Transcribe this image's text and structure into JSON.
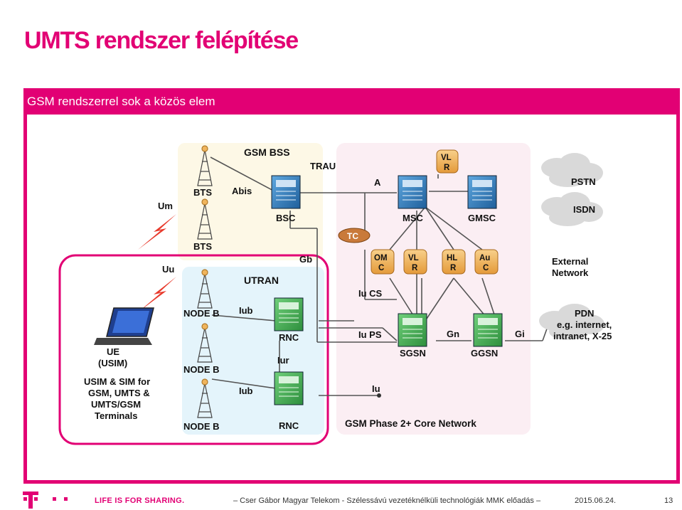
{
  "title": "UMTS rendszer felépítése",
  "panel_header": "GSM rendszerrel sok a közös elem",
  "colors": {
    "accent": "#e20074",
    "bss_bg": "#fdf8e6",
    "core_bg": "#fbeef3",
    "utran_bg": "#e4f4fb",
    "node_green": "#3aa24a",
    "node_blue": "#2a7ec1",
    "node_orange": "#f0b55d"
  },
  "diagram": {
    "gsm_bss": "GSM BSS",
    "utran": "UTRAN",
    "core": "GSM Phase 2+ Core Network",
    "bts1": "BTS",
    "bts2": "BTS",
    "node_b1": "NODE B",
    "node_b2": "NODE B",
    "node_b3": "NODE B",
    "bsc": "BSC",
    "msc": "MSC",
    "gmsc": "GMSC",
    "rnc1": "RNC",
    "rnc2": "RNC",
    "sgsn": "SGSN",
    "ggsn": "GGSN",
    "tc": "TC",
    "vlr_top_1": "VL",
    "vlr_top_2": "R",
    "omc_1": "OM",
    "omc_2": "C",
    "vlr_1": "VL",
    "vlr_2": "R",
    "hlr_1": "HL",
    "hlr_2": "R",
    "auc_1": "Au",
    "auc_2": "C",
    "if_um": "Um",
    "if_uu": "Uu",
    "if_abis": "Abis",
    "if_trau": "TRAU",
    "if_a": "A",
    "if_gb": "Gb",
    "if_iub1": "Iub",
    "if_iub2": "Iub",
    "if_iur": "Iur",
    "if_iucs": "Iu CS",
    "if_iups": "Iu PS",
    "if_iu": "Iu",
    "if_gn": "Gn",
    "if_gi": "Gi",
    "pstn": "PSTN",
    "isdn": "ISDN",
    "ext_net_1": "External",
    "ext_net_2": "Network",
    "pdn_1": "PDN",
    "pdn_2": "e.g. internet,",
    "pdn_3": "intranet, X-25",
    "ue_1": "UE",
    "ue_2": "(USIM)",
    "term_1": "USIM & SIM for",
    "term_2": "GSM, UMTS &",
    "term_3": "UMTS/GSM",
    "term_4": "Terminals"
  },
  "footer": {
    "slogan": "LIFE IS FOR SHARING.",
    "text": "– Cser Gábor Magyar Telekom - Szélessávú vezetéknélküli technológiák  MMK előadás –",
    "date": "2015.06.24.",
    "page": "13"
  }
}
